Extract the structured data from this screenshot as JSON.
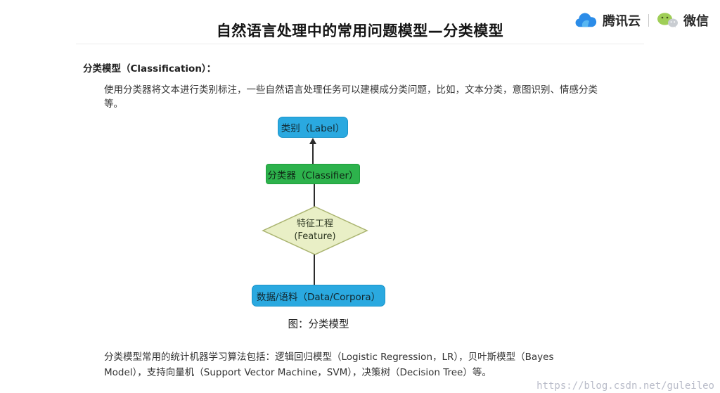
{
  "header": {
    "title": "自然语言处理中的常用问题模型—分类模型",
    "brand": {
      "tencent_cloud_label": "腾讯云",
      "wechat_label": "微信"
    }
  },
  "content": {
    "section_heading": "分类模型（Classification）：",
    "intro": "使用分类器将文本进行类别标注，一些自然语言处理任务可以建模成分类问题，比如，文本分类，意图识别、情感分类等。",
    "footer_para": "分类模型常用的统计机器学习算法包括：逻辑回归模型（Logistic Regression，LR），贝叶斯模型（Bayes Model），支持向量机（Support Vector Machine，SVM），决策树（Decision Tree）等。",
    "caption": "图：分类模型"
  },
  "diagram": {
    "flow_direction": "bottom-to-top",
    "nodes": [
      {
        "id": "label",
        "shape": "rounded-rect",
        "color": "#2aa9e0",
        "text": "类别（Label）"
      },
      {
        "id": "classifier",
        "shape": "rect",
        "color": "#2db24c",
        "text": "分类器（Classifier）"
      },
      {
        "id": "feature",
        "shape": "diamond",
        "color": "#e9efc6",
        "border_color": "#aab470",
        "line1": "特征工程",
        "line2": "(Feature)"
      },
      {
        "id": "data",
        "shape": "rounded-rect",
        "color": "#2aa9e0",
        "text": "数据/语料（Data/Corpora）"
      }
    ],
    "connectors": [
      {
        "from": "classifier",
        "to": "label",
        "arrow": "up"
      },
      {
        "from": "feature",
        "to": "classifier",
        "arrow": "none"
      },
      {
        "from": "data",
        "to": "feature",
        "arrow": "none"
      }
    ]
  },
  "watermark": "https://blog.csdn.net/guleileo"
}
